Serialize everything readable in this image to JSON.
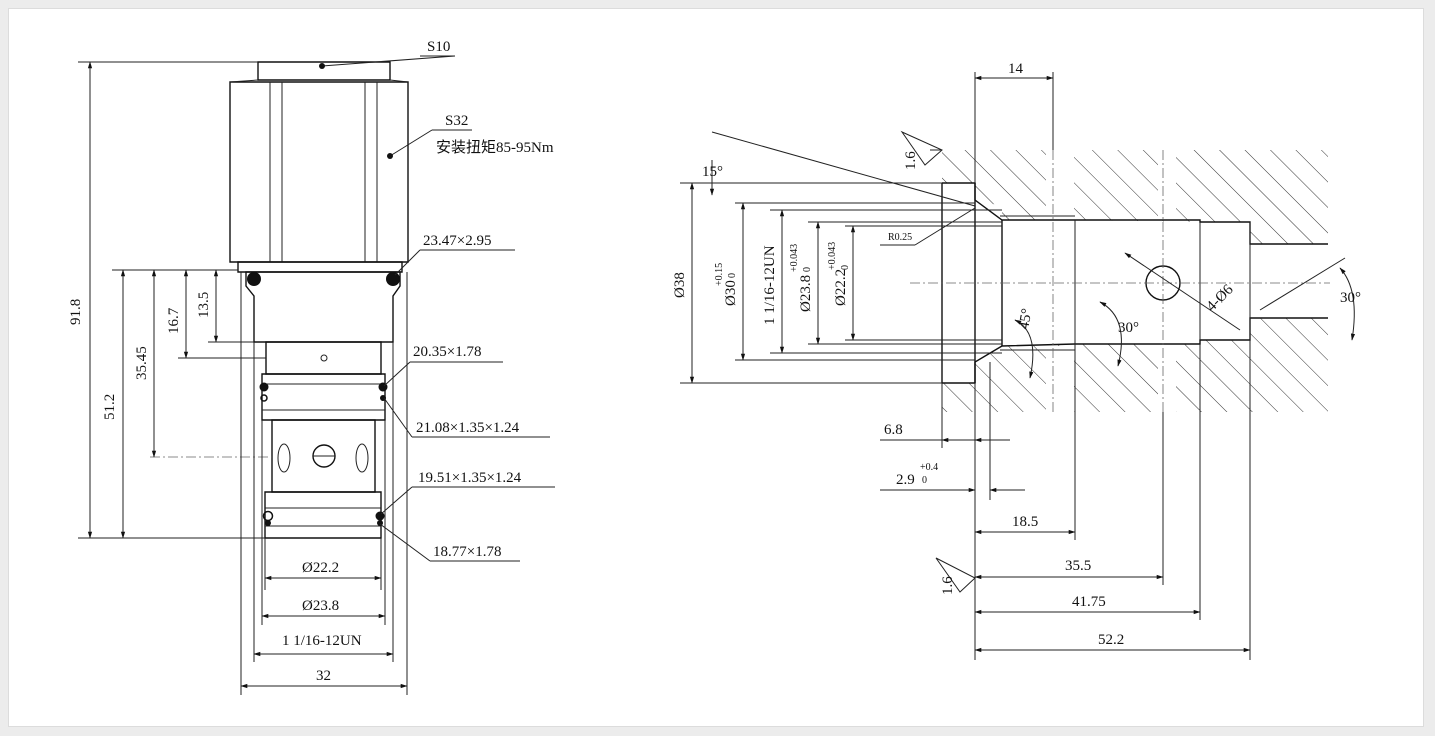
{
  "cartridge": {
    "hex_small": "S10",
    "hex_large": "S32",
    "torque": "安装扭矩85-95Nm",
    "oring_1": "23.47×2.95",
    "oring_2": "20.35×1.78",
    "oring_3": "21.08×1.35×1.24",
    "oring_4": "19.51×1.35×1.24",
    "oring_5": "18.77×1.78",
    "dim_total_length": "91.8",
    "dim_length_2": "51.2",
    "dim_length_3": "35.45",
    "dim_length_4": "16.7",
    "dim_length_5": "13.5",
    "dim_dia_1": "Ø22.2",
    "dim_dia_2": "Ø23.8",
    "dim_thread": "1 1/16-12UN",
    "dim_width": "32"
  },
  "cavity": {
    "dim_top": "14",
    "roughness_1": "1.6",
    "angle_15": "15°",
    "radius": "R0.25",
    "dia_38": "Ø38",
    "dia_30": "Ø30",
    "tol_30_upper": "+0.15",
    "tol_30_lower": "0",
    "thread": "1 1/16-12UN",
    "dia_238": "Ø23.8",
    "tol_238_upper": "+0.043",
    "tol_238_lower": "0",
    "dia_222": "Ø22.2",
    "tol_222_upper": "+0.043",
    "tol_222_lower": "0",
    "angle_45": "45°",
    "angle_30_inner": "30°",
    "holes": "4-Ø6",
    "angle_30_outer": "30°",
    "dim_68": "6.8",
    "dim_29": "2.9",
    "tol_29_upper": "+0.4",
    "tol_29_lower": "0",
    "dim_185": "18.5",
    "roughness_2": "1.6",
    "dim_355": "35.5",
    "dim_4175": "41.75",
    "dim_522": "52.2"
  }
}
